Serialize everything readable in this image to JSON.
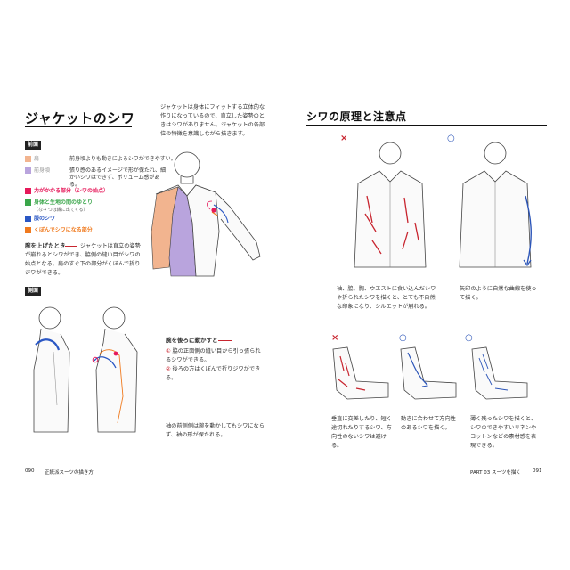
{
  "left": {
    "title": "ジャケットのシワ",
    "intro": "ジャケットは身体にフィットする立体的な作りになっているので、直立した姿勢のときはシワがありません。ジャケットの各部位の特徴を意識しながら描きます。",
    "front_tag": "前面",
    "legend": [
      {
        "name": "肩",
        "text": "前身頃よりも動きによるシワができやすい。",
        "color": "#f2b48f"
      },
      {
        "name": "前身頃",
        "text": "張り感のあるイメージで形が保たれ、細かいシワはできず、ボリューム感がある。",
        "color": "#b9a4dd"
      },
      {
        "name": "力がかかる部分（シワの始点）",
        "color": "#e6195a"
      },
      {
        "name": "身体と生地の間のゆとり",
        "note": "（な→ つは縁に出てくる）",
        "color": "#3aa64a"
      },
      {
        "name": "服のシワ",
        "color": "#2a57c4"
      },
      {
        "name": "くぼんでシワになる部分",
        "color": "#f07a1e"
      }
    ],
    "raise_heading": "腕を上げたとき",
    "raise_text": "ジャケットは直立の姿勢が崩れるとシワができ、脇側の縫い目がシワの始点となる。肩のすぐ下の部分がくぼんで折りジワができる。",
    "side_tag": "側面",
    "back_heading": "腕を後ろに動かすと",
    "back_points": [
      "脇の正面側の縫い目から引っ張られるシワができる。",
      "後ろの方はくぼんで折りジワができる。"
    ],
    "back_note": "袖の前側側は腕を動かしてもシワにならず、袖の形が保たれる。",
    "page_number": "090",
    "running_head": "正統派スーツの描き方"
  },
  "right": {
    "title": "シワの原理と注意点",
    "caption_top_left": "袖、脇、胸、ウエストに食い込んだシワや折られたシワを描くと、とても不自然な印象になり、シルエットが崩れる。",
    "caption_top_right": "矢印のように自然な曲線を使って描く。",
    "caption_arm_1": "垂直に交差したり、短く途切れたりするシワ、方向性のないシワは避ける。",
    "caption_arm_2": "動きに合わせて方向性のあるシワを描く。",
    "caption_arm_3": "薄く残ったシワを描くと、シワのできやすいリネンやコットンなどの素材感を表現できる。",
    "page_number": "091",
    "running_head": "PART 03 スーツを描く"
  },
  "marks": {
    "ng": "×",
    "ok": "○"
  },
  "colors": {
    "red": "#c8252f",
    "blue": "#2c55b8",
    "orange": "#f07a1e",
    "purple": "#b9a4dd",
    "peach": "#f2b48f"
  }
}
